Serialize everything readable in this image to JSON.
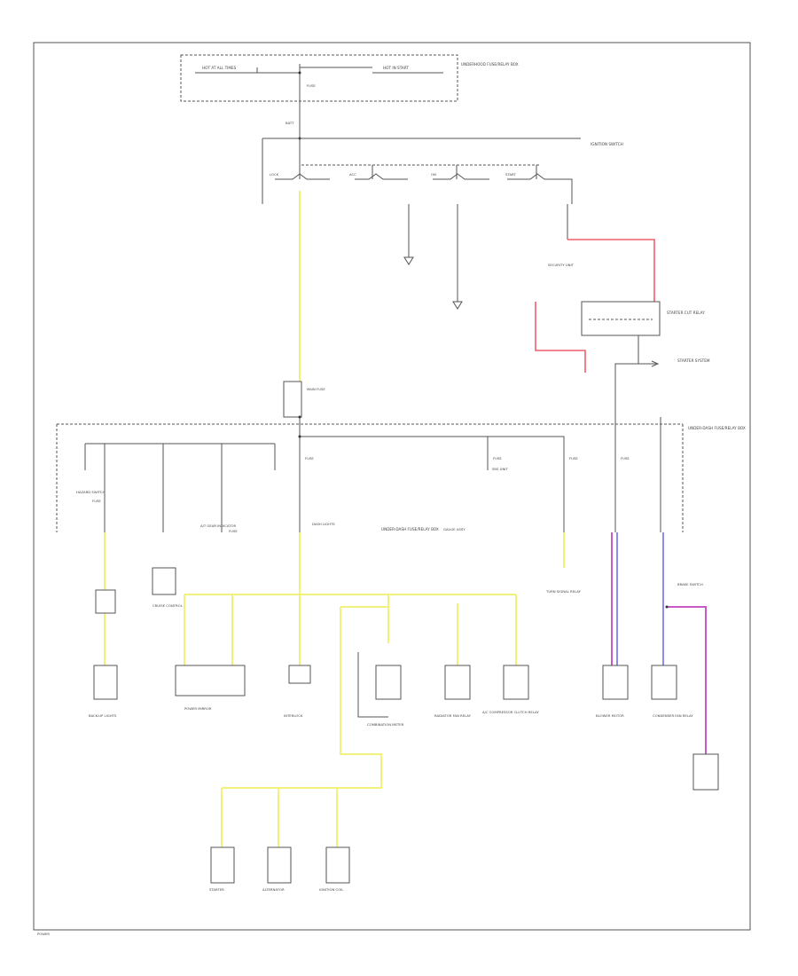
{
  "colors": {
    "wire": "#555555",
    "yellow": "#F2F27A",
    "red": "#EF5F6B",
    "blue": "#8B8BF2",
    "purple": "#C85AC8"
  },
  "header_box": {
    "left": "HOT AT ALL TIMES",
    "center": "FUSE",
    "right": "HOT IN START",
    "side": "UNDERHOOD FUSE/RELAY BOX",
    "batt": "BATT",
    "fuse_ref": "FUSE"
  },
  "ignition": {
    "title": "IGNITION SWITCH",
    "positions": [
      "LOCK",
      "ACC",
      "ON",
      "START"
    ]
  },
  "relays": {
    "starter_cut": "STARTER CUT RELAY",
    "starter_system": "STARTER SYSTEM",
    "anti_theft": "SECURITY UNIT",
    "main": "MAIN FUSE"
  },
  "underdash": {
    "title": "UNDER-DASH FUSE/RELAY BOX",
    "fuses": [
      "FUSE",
      "FUSE",
      "FUSE",
      "FUSE",
      "FUSE",
      "FUSE"
    ],
    "side": "UNDER-DASH FUSE/RELAY BOX"
  },
  "loads_row1": [
    "HAZARD SWITCH",
    "CRUISE CONTROL",
    "A/T GEAR INDICATOR",
    "DASH LIGHTS",
    "GAUGE ASSY",
    "TURN SIGNAL RELAY",
    "BRAKE SWITCH",
    "SRS UNIT"
  ],
  "loads_row2": [
    "BACK-UP LIGHTS",
    "POWER MIRROR",
    "INTERLOCK",
    "A/C COMPRESSOR CLUTCH RELAY",
    "COMBINATION METER",
    "RADIATOR FAN RELAY",
    "CONDENSER FAN RELAY",
    "BLOWER MOTOR"
  ],
  "loads_row3": [
    "STARTER",
    "ALTERNATOR",
    "IGNITION COIL"
  ],
  "footer_id": "POWER"
}
